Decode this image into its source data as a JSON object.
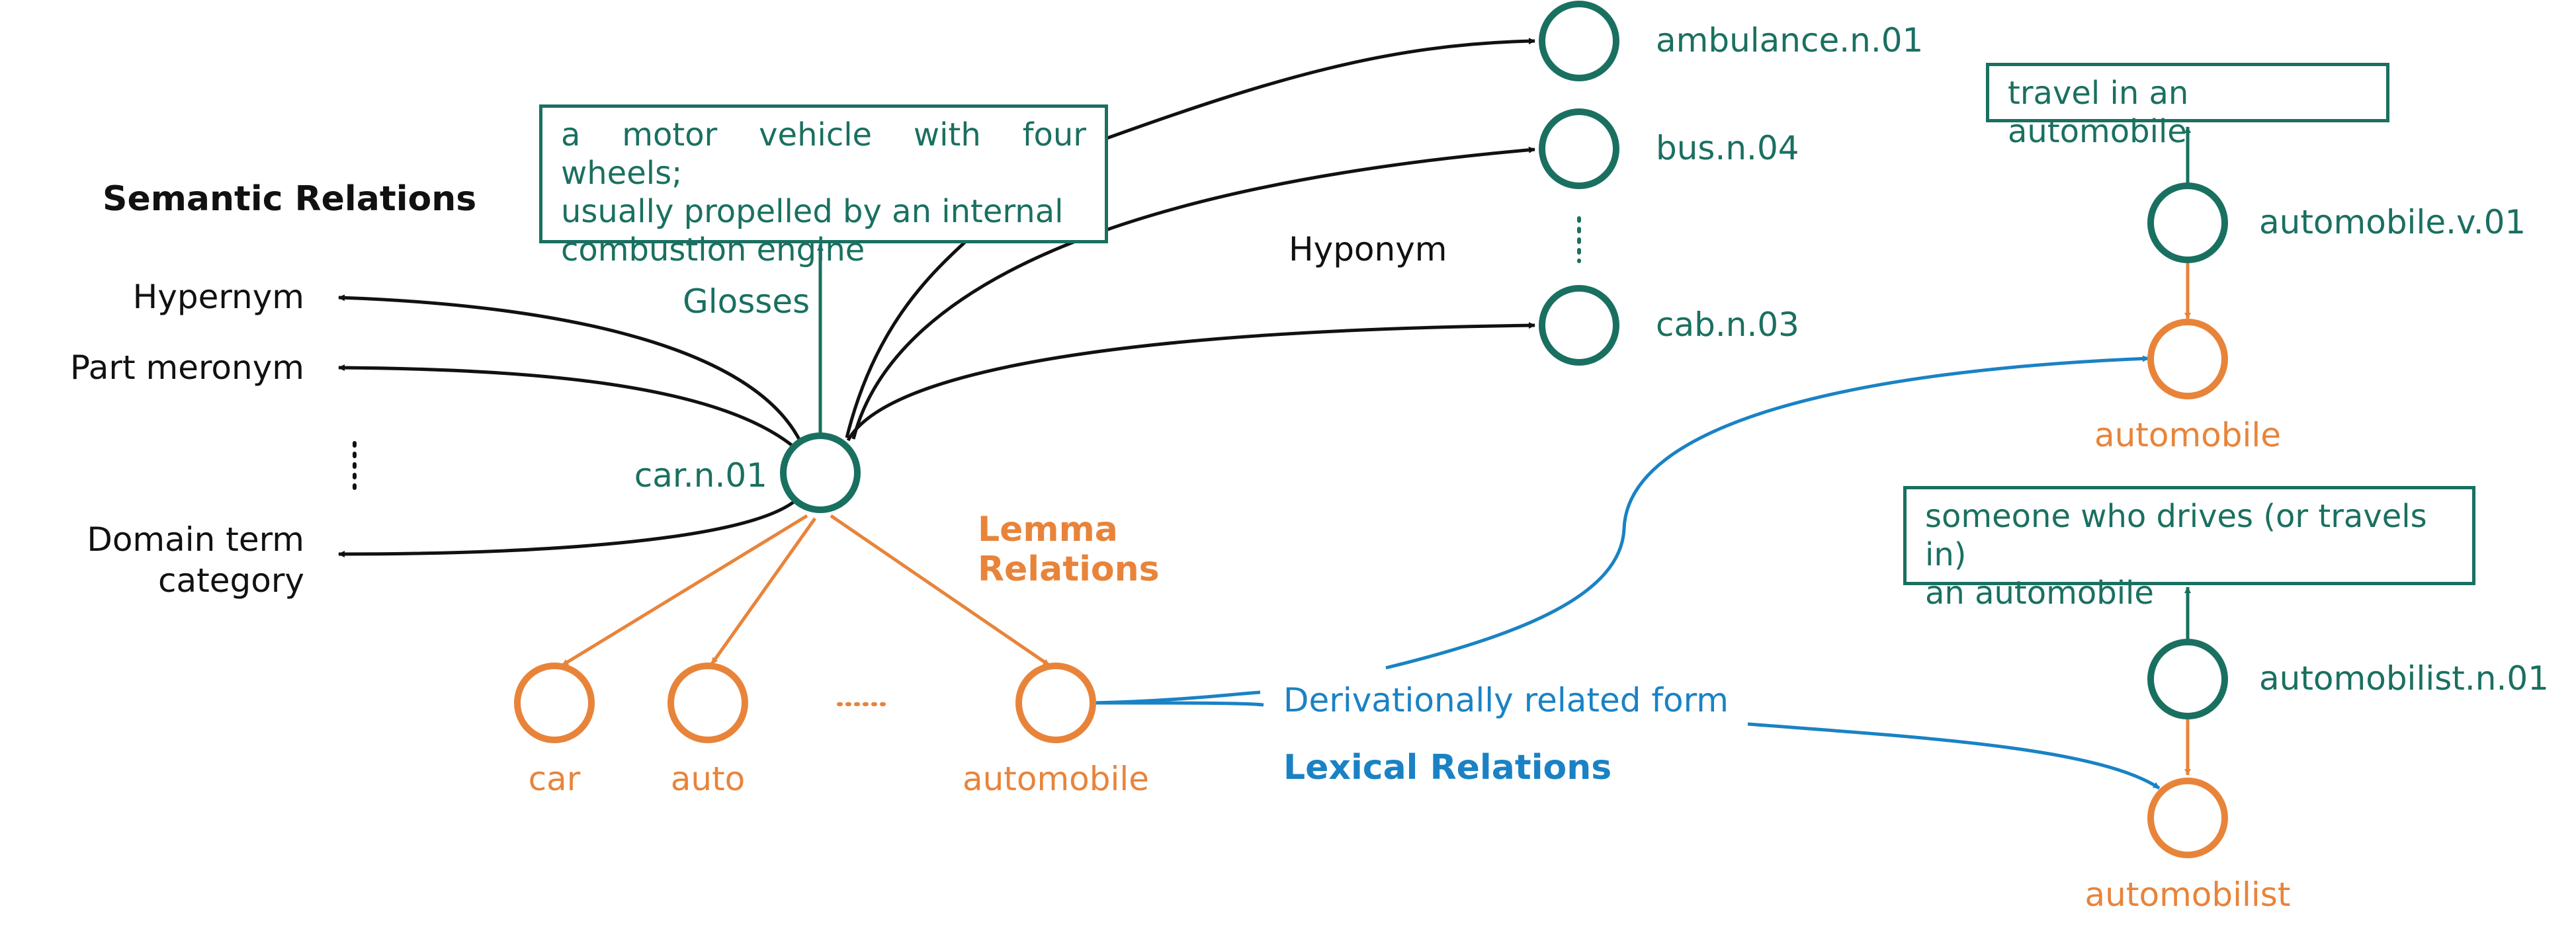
{
  "colors": {
    "synset": "#1a7060",
    "lemma": "#e8843a",
    "lexical": "#1a82c4",
    "semantic": "#111111"
  },
  "semantic": {
    "title": "Semantic Relations",
    "hypernym": "Hypernym",
    "part_meronym": "Part meronym",
    "domain_line1": "Domain term",
    "domain_line2": "category",
    "hyponym": "Hyponym",
    "glosses": "Glosses"
  },
  "synset": {
    "label": "car.n.01",
    "gloss_line1": "a motor vehicle with four wheels;",
    "gloss_line2": "usually propelled by an internal",
    "gloss_line3": "combustion engine"
  },
  "hyponyms": [
    "ambulance.n.01",
    "bus.n.04",
    "cab.n.03"
  ],
  "lemma_relations": {
    "title_line1": "Lemma",
    "title_line2": "Relations",
    "lemmas": [
      "car",
      "auto",
      "automobile"
    ],
    "ellipsis": "......"
  },
  "lexical": {
    "relation": "Derivationally related form",
    "title": "Lexical Relations"
  },
  "right_top": {
    "gloss": "travel in an automobile",
    "synset": "automobile.v.01",
    "lemma": "automobile"
  },
  "right_bottom": {
    "gloss_line1": "someone who drives (or travels in)",
    "gloss_line2": "an automobile",
    "synset": "automobilist.n.01",
    "lemma": "automobilist"
  }
}
